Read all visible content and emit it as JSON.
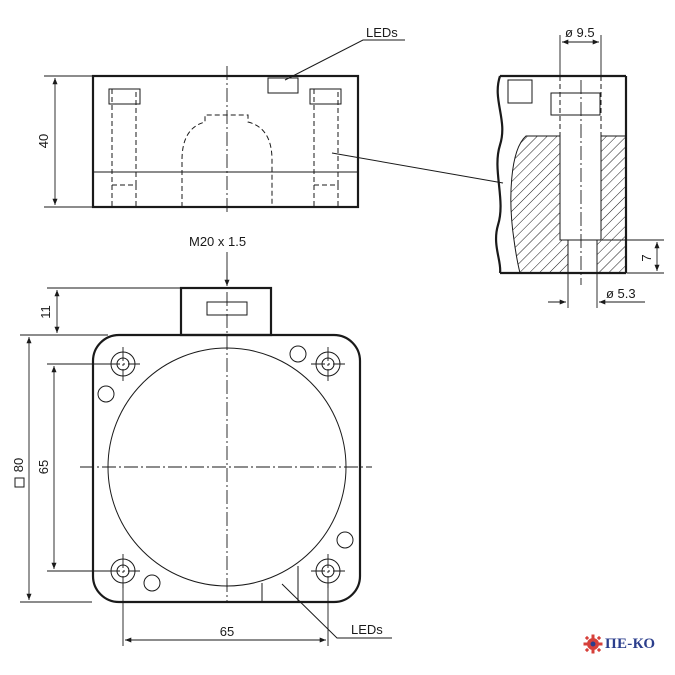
{
  "labels": {
    "leds_top": "LEDs",
    "leds_bottom": "LEDs",
    "thread": "M20 x 1.5"
  },
  "dimensions": {
    "height_40": "40",
    "depth_11": "11",
    "square_80": "80",
    "hole_spacing_vertical": "65",
    "hole_spacing_horizontal": "65",
    "counterbore_diameter": "ø 9.5",
    "hole_diameter": "ø 5.3",
    "counterbore_depth": "7"
  },
  "brand": {
    "name": "ПЕ-КО",
    "color": "#2b3e8c",
    "gear_color": "#d6403a"
  }
}
